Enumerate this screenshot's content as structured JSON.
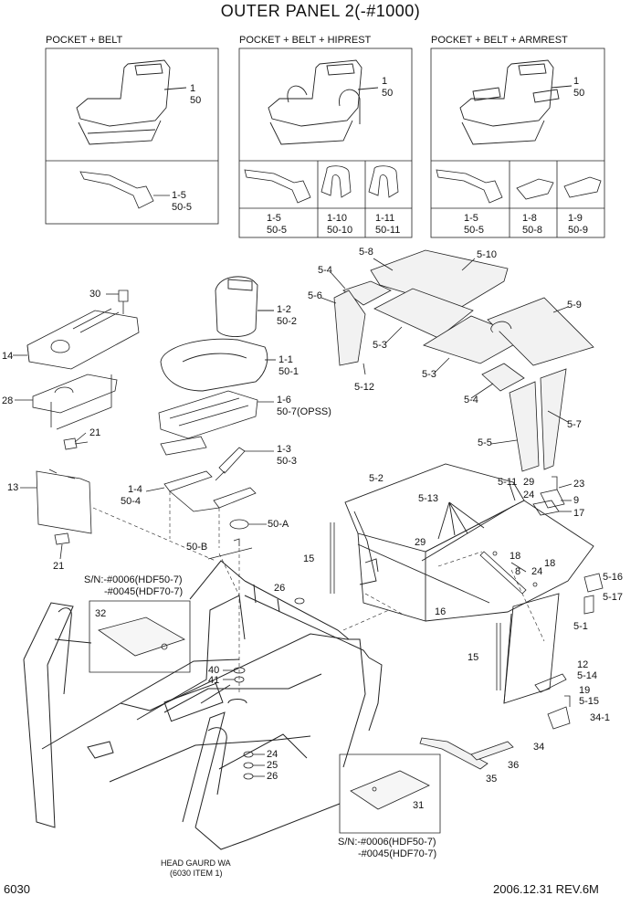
{
  "title": "OUTER PANEL 2(-#1000)",
  "variants": [
    {
      "header": "POCKET + BELT",
      "top_ref1": "1",
      "top_ref2": "50",
      "belt_ref1": "1-5",
      "belt_ref2": "50-5"
    },
    {
      "header": "POCKET + BELT + HIPREST",
      "top_ref1": "1",
      "top_ref2": "50",
      "cells": [
        [
          "1-5",
          "50-5"
        ],
        [
          "1-10",
          "50-10"
        ],
        [
          "1-11",
          "50-11"
        ]
      ]
    },
    {
      "header": "POCKET + BELT + ARMREST",
      "top_ref1": "1",
      "top_ref2": "50",
      "cells": [
        [
          "1-5",
          "50-5"
        ],
        [
          "1-8",
          "50-8"
        ],
        [
          "1-9",
          "50-9"
        ]
      ]
    }
  ],
  "labels": {
    "l30": "30",
    "l14": "14",
    "l28": "28",
    "l21a": "21",
    "l13": "13",
    "l21b": "21",
    "l1_2": "1-2",
    "l50_2": "50-2",
    "l1_1": "1-1",
    "l50_1": "50-1",
    "l1_6": "1-6",
    "l50_7": "50-7(OPSS)",
    "l1_3": "1-3",
    "l50_3": "50-3",
    "l1_4": "1-4",
    "l50_4": "50-4",
    "l50_A": "50-A",
    "l50_B": "50-B",
    "l5_8": "5-8",
    "l5_10": "5-10",
    "l5_4a": "5-4",
    "l5_6": "5-6",
    "l5_9": "5-9",
    "l5_3a": "5-3",
    "l5_12": "5-12",
    "l5_3b": "5-3",
    "l5_4b": "5-4",
    "l5_7": "5-7",
    "l5_5": "5-5",
    "l5_2": "5-2",
    "l5_11": "5-11",
    "l5_13": "5-13",
    "l29a": "29",
    "l24a": "24",
    "l23": "23",
    "l9": "9",
    "l17": "17",
    "l15a": "15",
    "l29b": "29",
    "l18a": "18",
    "l8": "8",
    "l24b": "24",
    "l18b": "18",
    "l26a": "26",
    "l16": "16",
    "l5_16": "5-16",
    "l5_17": "5-17",
    "l5_1": "5-1",
    "l15b": "15",
    "l12": "12",
    "l5_14": "5-14",
    "l19": "19",
    "l5_15": "5-15",
    "l34_1": "34-1",
    "l34": "34",
    "l32": "32",
    "l40": "40",
    "l41": "41",
    "l24c": "24",
    "l25": "25",
    "l26b": "26",
    "l36": "36",
    "l35": "35",
    "l31": "31"
  },
  "serial_top": {
    "line1": "S/N:-#0006(HDF50-7)",
    "line2": "-#0045(HDF70-7)"
  },
  "serial_bottom": {
    "line1": "S/N:-#0006(HDF50-7)",
    "line2": "-#0045(HDF70-7)"
  },
  "head_guard": {
    "line1": "HEAD GAURD WA",
    "line2": "(6030 ITEM 1)"
  },
  "page_number": "6030",
  "revision": "2006.12.31 REV.6M"
}
